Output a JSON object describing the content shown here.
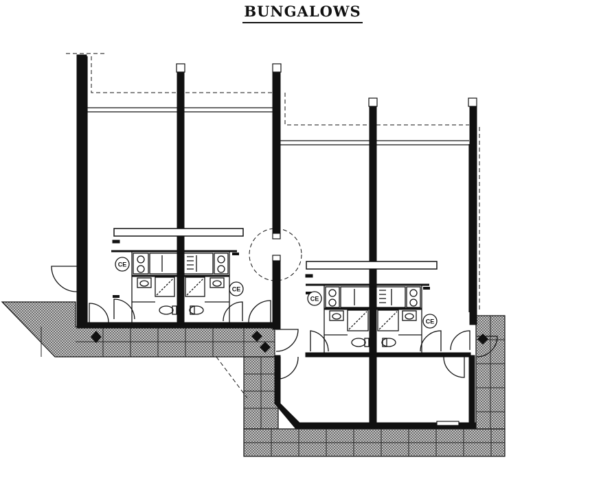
{
  "title": "BUNGALOWS",
  "fixture_labels": {
    "left_unit_ce_a": "CE",
    "left_unit_ce_b": "CE",
    "right_unit_ce_a": "CE",
    "right_unit_ce_b": "CE"
  },
  "colors": {
    "ink": "#111111",
    "paving": "#8a8a8a",
    "background": "#ffffff"
  }
}
